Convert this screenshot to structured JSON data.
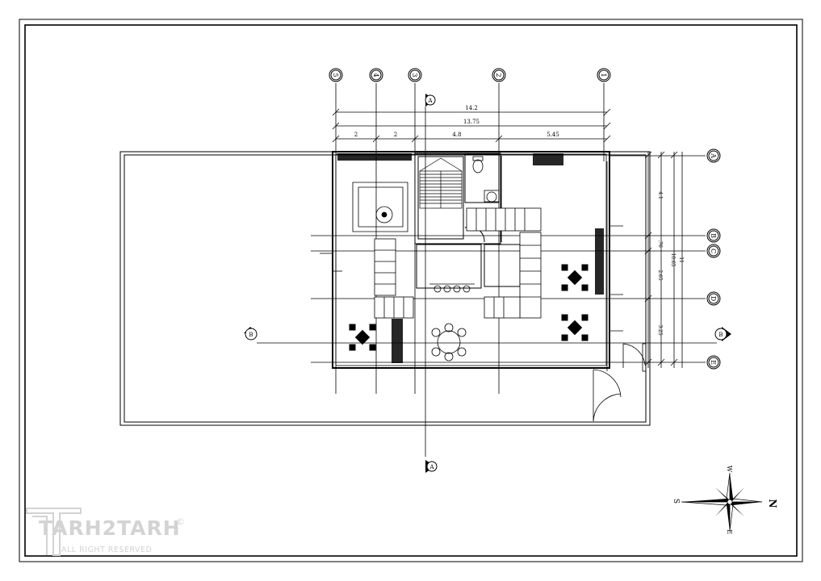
{
  "axes_columns": [
    "5",
    "4",
    "3",
    "2",
    "1"
  ],
  "axes_rows": [
    "A",
    "B",
    "C",
    "D",
    "B",
    "E"
  ],
  "dimensions": {
    "overall_top": "14.2",
    "overall_second": "13.75",
    "segments": [
      "2",
      "2",
      "4.8",
      "5.45"
    ],
    "side_segments": [
      "4.1",
      ".76",
      "2.65",
      "3.25"
    ],
    "side_total_a": "10.65",
    "side_total_b": "11"
  },
  "section_markers": {
    "top": "A",
    "bottom": "A",
    "left": "B",
    "right": "B"
  },
  "compass": {
    "north": "N",
    "south": "S",
    "east": "E",
    "west": "W"
  },
  "watermark": {
    "brand": "TARH2TARH",
    "tagline": "ALL RIGHT RESERVED",
    "copyright": "©"
  },
  "colors": {
    "line": "#000000",
    "watermark": "#d3d3d3",
    "background": "#ffffff"
  }
}
